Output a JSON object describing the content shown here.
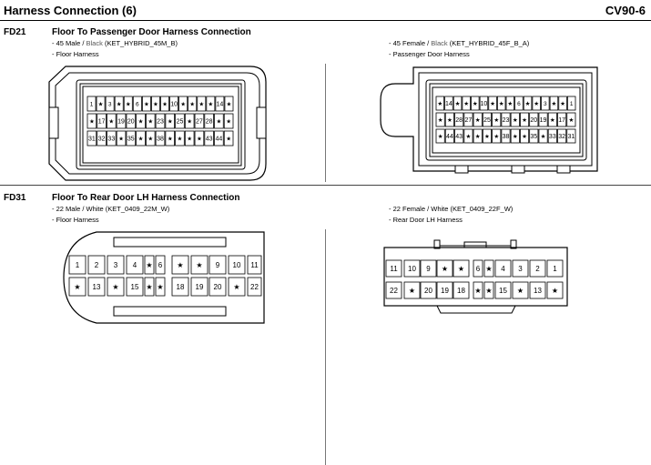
{
  "header": {
    "title": "Harness Connection (6)",
    "code": "CV90-6"
  },
  "sections": [
    {
      "id": "FD21",
      "title": "Floor To Passenger Door Harness Connection",
      "left": {
        "line1_prefix": "- 45 Male / ",
        "line1_color": "Black",
        "line1_suffix": " (KET_HYBRID_45M_B)",
        "line2": "- Floor Harness"
      },
      "right": {
        "line1_prefix": "- 45 Female / ",
        "line1_color": "Black",
        "line1_suffix": " (KET_HYBRID_45F_B_A)",
        "line2": "- Passenger Door Harness"
      },
      "male_rows": [
        [
          "1",
          "★",
          "3",
          "★",
          "★",
          "6",
          "★",
          "★",
          "★",
          "10",
          "★",
          "★",
          "★",
          "★",
          "14",
          "★"
        ],
        [
          "★",
          "17",
          "★",
          "19",
          "20",
          "★",
          "★",
          "23",
          "★",
          "25",
          "★",
          "27",
          "28",
          "★",
          "★"
        ],
        [
          "31",
          "32",
          "33",
          "★",
          "35",
          "★",
          "★",
          "38",
          "★",
          "★",
          "★",
          "★",
          "43",
          "44",
          "★"
        ]
      ],
      "female_rows": [
        [
          "★",
          "14",
          "★",
          "★",
          "★",
          "10",
          "★",
          "★",
          "★",
          "6",
          "★",
          "★",
          "3",
          "★",
          "★",
          "1"
        ],
        [
          "★",
          "★",
          "28",
          "27",
          "★",
          "25",
          "★",
          "23",
          "★",
          "★",
          "20",
          "19",
          "★",
          "17",
          "★"
        ],
        [
          "★",
          "44",
          "43",
          "★",
          "★",
          "★",
          "★",
          "38",
          "★",
          "★",
          "35",
          "★",
          "33",
          "32",
          "31"
        ]
      ]
    },
    {
      "id": "FD31",
      "title": "Floor To Rear Door LH Harness Connection",
      "left": {
        "line1": "- 22 Male / White (KET_0409_22M_W)",
        "line2": "- Floor Harness"
      },
      "right": {
        "line1": "- 22 Female / White (KET_0409_22F_W)",
        "line2": "- Rear Door LH Harness"
      },
      "male_top": [
        "1",
        "2",
        "3",
        "4",
        "★",
        "6",
        "★",
        "★",
        "9",
        "10",
        "11"
      ],
      "male_bottom": [
        "★",
        "13",
        "★",
        "15",
        "★",
        "★",
        "18",
        "19",
        "20",
        "★",
        "22"
      ],
      "female_top": [
        "11",
        "10",
        "9",
        "★",
        "★",
        "6",
        "★",
        "4",
        "3",
        "2",
        "1"
      ],
      "female_bottom": [
        "22",
        "★",
        "20",
        "19",
        "18",
        "★",
        "★",
        "15",
        "★",
        "13",
        "★"
      ]
    }
  ],
  "colors": {
    "line": "#000000",
    "black_text": "#333333",
    "divider": "#777777"
  }
}
